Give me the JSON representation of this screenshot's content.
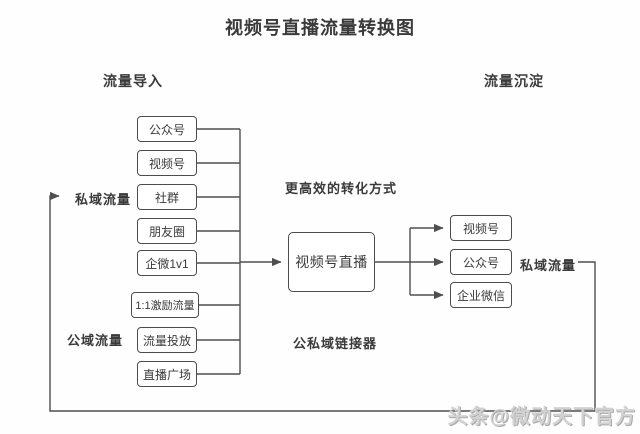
{
  "title": "视频号直播流量转换图",
  "sections": {
    "left_header": "流量导入",
    "right_header": "流量沉淀"
  },
  "labels": {
    "private_left": "私域流量",
    "public_left": "公域流量",
    "efficient": "更高效的转化方式",
    "connector": "公私域链接器",
    "private_right": "私域流量"
  },
  "flow": {
    "sources_private": [
      "公众号",
      "视频号",
      "社群",
      "朋友圈",
      "企微1v1"
    ],
    "sources_public": [
      "1:1激励流量",
      "流量投放",
      "直播广场"
    ],
    "center": "视频号直播",
    "destinations": [
      "视频号",
      "公众号",
      "企业微信"
    ]
  },
  "watermark": "头条@微动天下官方",
  "colors": {
    "line": "#4f4f4f",
    "text": "#3a3a3a",
    "box_border": "#4c4c4c",
    "watermark": "#d2d2d2",
    "background": "#fefefe"
  }
}
